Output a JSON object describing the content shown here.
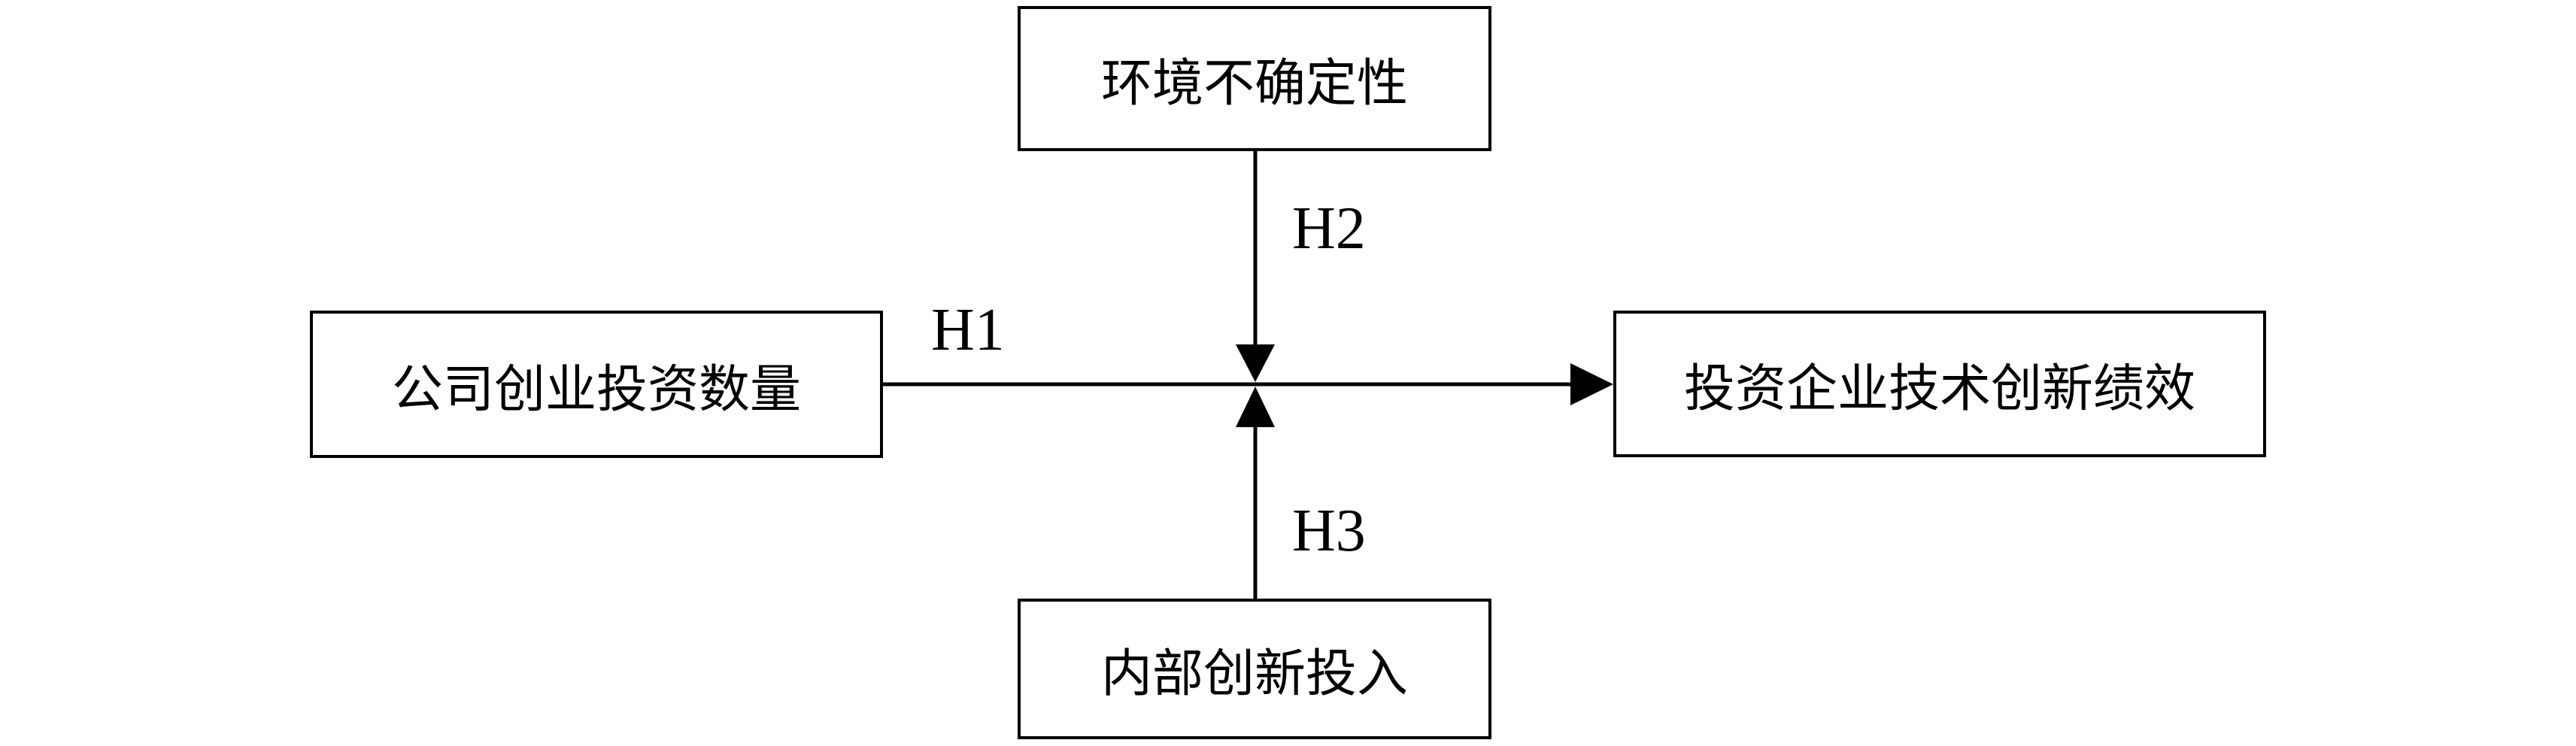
{
  "diagram": {
    "background": "#ffffff",
    "line_color": "#000000",
    "text_color": "#000000",
    "box_fill": "#ffffff",
    "nodes": {
      "environmental_uncertainty": {
        "label": "环境不确定性"
      },
      "cvc_quantity": {
        "label": "公司创业投资数量"
      },
      "innovation_performance": {
        "label": "投资企业技术创新绩效"
      },
      "internal_innovation_input": {
        "label": "内部创新投入"
      }
    },
    "edges": {
      "h1": {
        "label": "H1",
        "from": "cvc_quantity",
        "to": "innovation_performance"
      },
      "h2": {
        "label": "H2",
        "from": "environmental_uncertainty",
        "to": "h1_path"
      },
      "h3": {
        "label": "H3",
        "from": "internal_innovation_input",
        "to": "h1_path"
      }
    }
  }
}
